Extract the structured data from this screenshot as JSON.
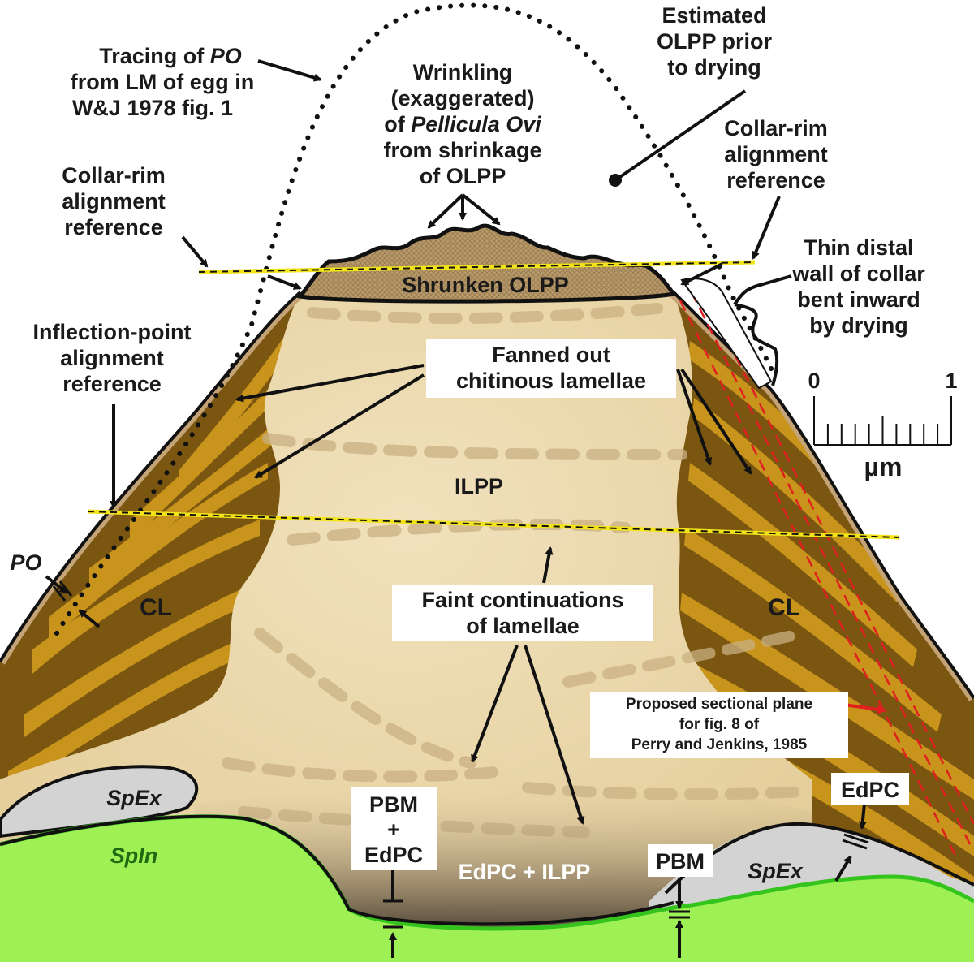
{
  "labels": {
    "tracing": [
      "Tracing of ",
      "PO",
      "from LM of egg in",
      "W&J 1978 fig. 1"
    ],
    "wrinkling": [
      "Wrinkling",
      "(exaggerated)",
      "of ",
      "Pellicula Ovi",
      "from shrinkage",
      "of OLPP"
    ],
    "estimated": [
      "Estimated",
      "OLPP prior",
      "to drying"
    ],
    "collar_left": [
      "Collar-rim",
      "alignment",
      "reference"
    ],
    "collar_right": [
      "Collar-rim",
      "alignment",
      "reference"
    ],
    "inflection": [
      "Inflection-point",
      "alignment",
      "reference"
    ],
    "thin_wall": [
      "Thin distal",
      "wall of collar",
      "bent inward",
      "by drying"
    ],
    "shrunken": "Shrunken OLPP",
    "fanned": [
      "Fanned out",
      "chitinous lamellae"
    ],
    "ilpp": "ILPP",
    "faint": [
      "Faint continuations",
      "of lamellae"
    ],
    "cl_left": "CL",
    "cl_right": "CL",
    "po": "PO",
    "proposed": [
      "Proposed sectional plane",
      "for fig. 8 of",
      "Perry and Jenkins, 1985"
    ],
    "spex_left": "SpEx",
    "spex_right": "SpEx",
    "spin": "SpIn",
    "pbm_edpc": [
      "PBM",
      "+",
      "EdPC"
    ],
    "edpc_ilpp": "EdPC + ILPP",
    "pbm": "PBM",
    "edpc": "EdPC"
  },
  "scale": {
    "min_label": "0",
    "max_label": "1",
    "unit": "µm",
    "minor_ticks": 10
  },
  "colors": {
    "lamella_dark": "#7a5610",
    "lamella_light": "#c8941c",
    "ilpp_fill": "#ecd9ad",
    "olpp_fill": "#b89a6c",
    "spin_green": "#9ef055",
    "green_line": "#35c41e",
    "spex_grey": "#d3d3d3",
    "alignment_yellow": "#f2e418",
    "section_red": "#e02020"
  }
}
